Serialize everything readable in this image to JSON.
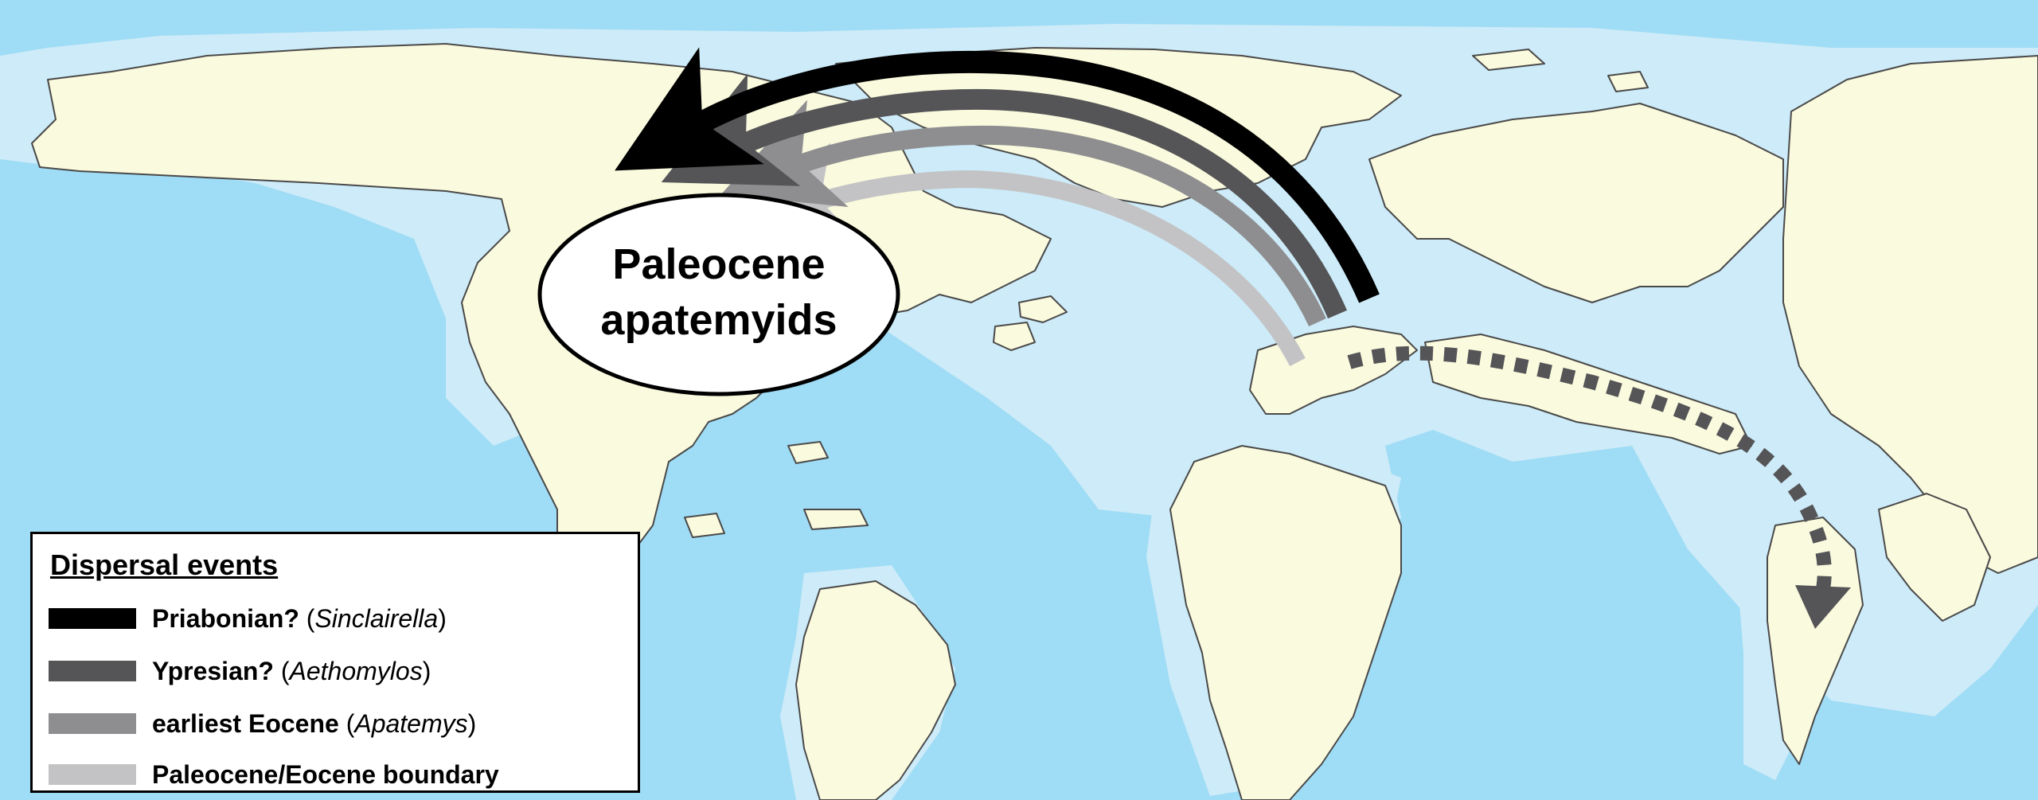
{
  "map": {
    "origin_label": {
      "line1": "Paleocene",
      "line2": "apatemyids"
    },
    "colors": {
      "ocean": "#9fdcf5",
      "shelf": "#cdebf8",
      "land": "#fafade",
      "priabonian": "#000000",
      "ypresian": "#555558",
      "earliest_eocene": "#8e8e90",
      "paleocene_eocene": "#c3c3c5"
    }
  },
  "legend": {
    "title": "Dispersal events",
    "items": [
      {
        "label": "Priabonian?",
        "taxon": "Sinclairella",
        "color": "#000000"
      },
      {
        "label": "Ypresian?",
        "taxon": "Aethomylos",
        "color": "#555558"
      },
      {
        "label": "earliest Eocene",
        "taxon": "Apatemys",
        "color": "#8e8e90"
      },
      {
        "label": "Paleocene/Eocene boundary",
        "taxon": "",
        "color": "#c3c3c5"
      }
    ]
  }
}
